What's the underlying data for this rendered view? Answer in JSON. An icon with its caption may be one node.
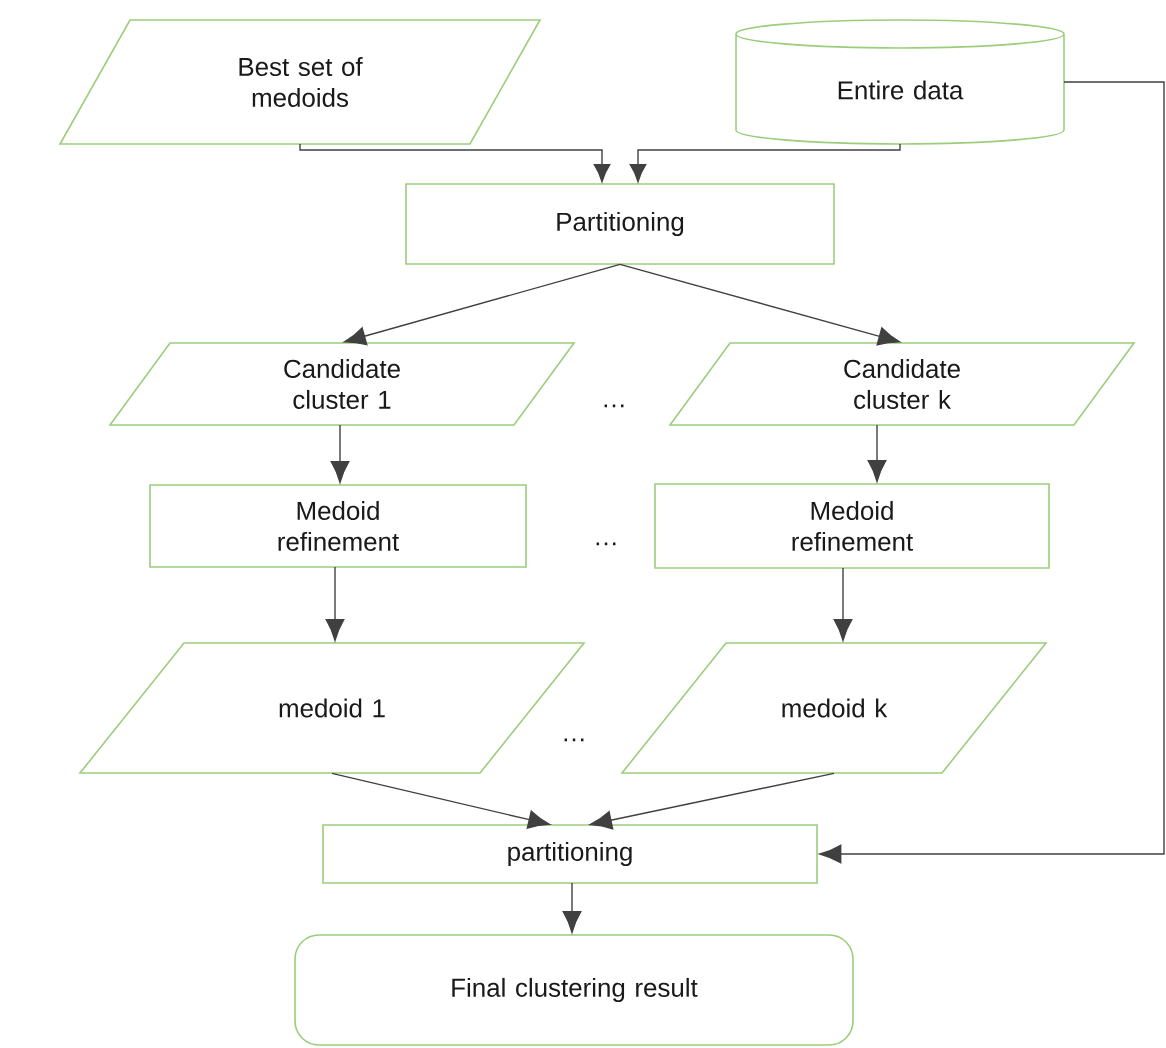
{
  "diagram": {
    "nodes": [
      {
        "text": [
          "Best set of medoids"
        ]
      },
      {
        "text": [
          "Entire data"
        ]
      },
      {
        "text": [
          "Partitioning"
        ]
      },
      {
        "text": [
          "Candidate cluster 1"
        ]
      },
      {
        "text": [
          "Candidate cluster k"
        ]
      },
      {
        "text": [
          "Medoid refinement"
        ]
      },
      {
        "text": [
          "Medoid refinement"
        ]
      },
      {
        "text": [
          "medoid 1"
        ]
      },
      {
        "text": [
          "medoid k"
        ]
      },
      {
        "text": [
          "partitioning"
        ]
      },
      {
        "text": [
          "Final clustering result"
        ]
      }
    ],
    "edges": [
      {
        "from": 0,
        "to": 2,
        "arrow": "to"
      },
      {
        "from": 1,
        "to": 2,
        "arrow": "to"
      },
      {
        "from": 2,
        "to": 3,
        "arrow": "to"
      },
      {
        "from": 2,
        "to": 4,
        "arrow": "to"
      },
      {
        "from": 3,
        "to": 5,
        "arrow": "to"
      },
      {
        "from": 4,
        "to": 6,
        "arrow": "to"
      },
      {
        "from": 5,
        "to": 7,
        "arrow": "to"
      },
      {
        "from": 6,
        "to": 8,
        "arrow": "to"
      },
      {
        "from": 7,
        "to": 9,
        "arrow": "to"
      },
      {
        "from": 8,
        "to": 9,
        "arrow": "to"
      },
      {
        "from": 9,
        "to": 10,
        "arrow": "to"
      },
      {
        "from": 1,
        "to": 9,
        "arrow": "to"
      }
    ],
    "labels": [
      "…",
      "…",
      "…"
    ]
  }
}
